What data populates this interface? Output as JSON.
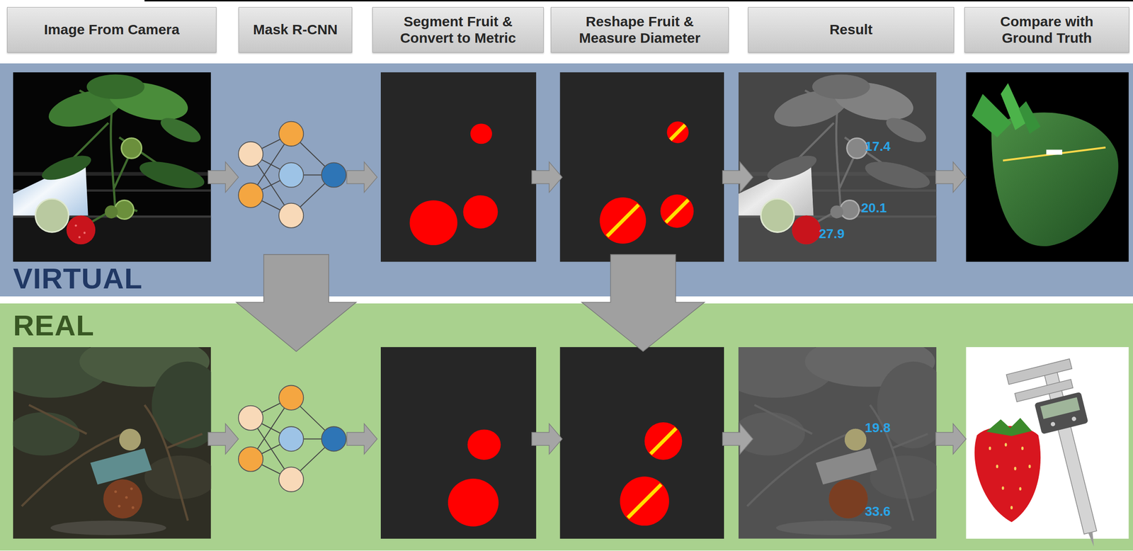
{
  "diagram": {
    "nodes": [
      {
        "text": [
          "Image From Camera"
        ]
      },
      {
        "text": [
          "Mask R-CNN"
        ]
      },
      {
        "text": [
          "Segment Fruit & Convert to Metric"
        ]
      },
      {
        "text": [
          "Reshape Fruit & Measure Diameter"
        ]
      },
      {
        "text": [
          "Result"
        ]
      },
      {
        "text": [
          "Compare with Ground Truth"
        ]
      },
      {
        "text": [
          "VIRTUAL"
        ]
      },
      {
        "text": [
          "REAL"
        ]
      }
    ],
    "labels": [
      "17.4",
      "20.1",
      "27.9",
      "19.8",
      "33.6"
    ]
  }
}
